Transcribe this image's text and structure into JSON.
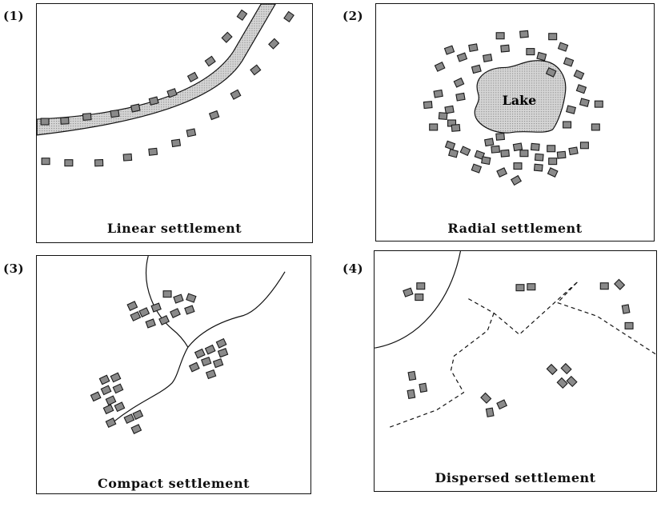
{
  "panels": [
    {
      "number": "(1)",
      "caption": "Linear settlement"
    },
    {
      "number": "(2)",
      "caption": "Radial settlement",
      "lake_label": "Lake"
    },
    {
      "number": "(3)",
      "caption": "Compact settlement"
    },
    {
      "number": "(4)",
      "caption": "Dispersed settlement"
    }
  ],
  "colors": {
    "house_fill": "#8a8a8a",
    "house_stroke": "#1a1a1a",
    "road_fill": "#bdbdbd",
    "lake_fill": "#c4c4c4",
    "line": "#111111"
  }
}
